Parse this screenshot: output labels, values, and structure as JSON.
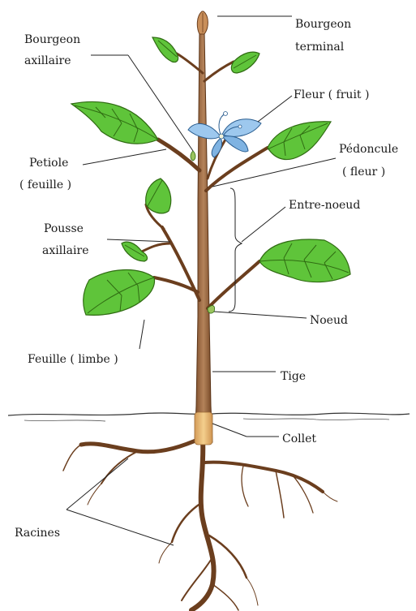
{
  "colors": {
    "leaf": "#5fc43a",
    "leaf_dark": "#2f6b12",
    "stem": "#a0714d",
    "stem_dark": "#6b3e1e",
    "flower": "#9dc8ee",
    "flower_dark": "#2a5d8f",
    "collar": "#e8b872",
    "root": "#c6844c",
    "bud": "#c98f5a"
  },
  "labels": {
    "bourgeon_terminal_1": "Bourgeon",
    "bourgeon_terminal_2": "terminal",
    "bourgeon_axillaire_1": "Bourgeon",
    "bourgeon_axillaire_2": "axillaire",
    "fleur": "Fleur ( fruit )",
    "petiole_1": "Petiole",
    "petiole_2": "( feuille )",
    "pedoncule_1": "Pédoncule",
    "pedoncule_2": "( fleur )",
    "entre_noeud": "Entre-noeud",
    "pousse_1": "Pousse",
    "pousse_2": "axillaire",
    "noeud": "Noeud",
    "feuille_limbe": "Feuille ( limbe )",
    "tige": "Tige",
    "collet": "Collet",
    "racines": "Racines"
  }
}
